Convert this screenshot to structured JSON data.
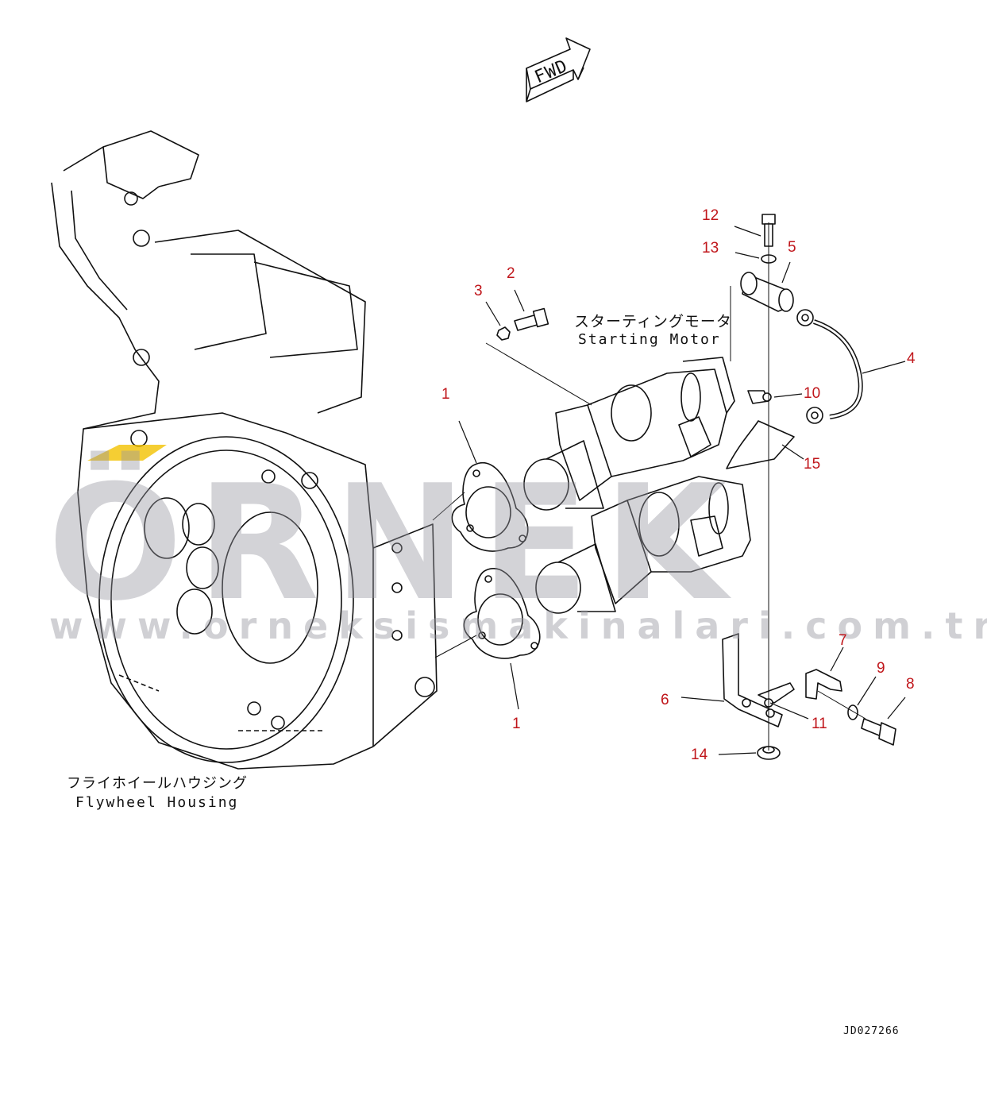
{
  "watermark": {
    "brand": "ÖRNEK",
    "url": "www.orneksismakinalari.com.tr"
  },
  "labels": {
    "fwd": "FWD",
    "starting_motor_jp": "スターティングモータ",
    "starting_motor_en": "Starting Motor",
    "flywheel_jp": "フライホイールハウジング",
    "flywheel_en": "Flywheel Housing",
    "drawing_id": "JD027266"
  },
  "callouts": {
    "p1a": "1",
    "p1b": "1",
    "p2": "2",
    "p3": "3",
    "p4": "4",
    "p5": "5",
    "p6": "6",
    "p7": "7",
    "p8": "8",
    "p9": "9",
    "p10": "10",
    "p11": "11",
    "p12": "12",
    "p13": "13",
    "p14": "14",
    "p15": "15"
  },
  "colors": {
    "callout": "#c0161b",
    "line": "#111111",
    "watermark": "#9696a0",
    "accent": "#f2c200"
  }
}
